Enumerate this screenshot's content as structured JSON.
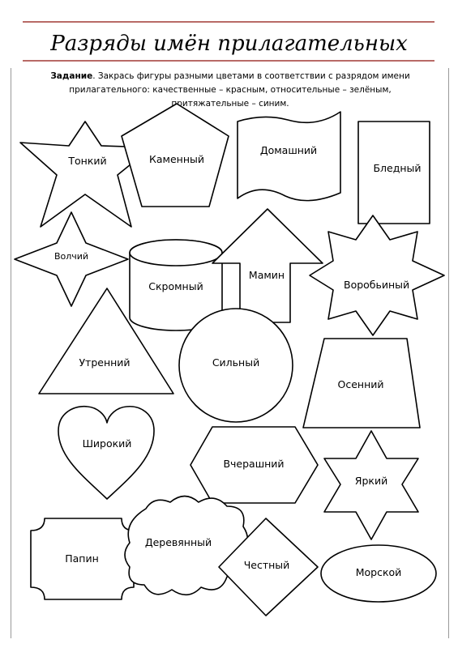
{
  "title": "Разряды имён прилагательных",
  "task": {
    "label": "Задание",
    "text": ". Закрась фигуры разными цветами в соответствии с разрядом имени прилагательного: качественные – красным, относительные – зелёным, притяжательные – синим."
  },
  "shapes": {
    "star5": "Тонкий",
    "pentagon": "Каменный",
    "scroll": "Домашний",
    "rectangle": "Бледный",
    "star4": "Волчий",
    "cylinder": "Скромный",
    "arrow": "Мамин",
    "star8": "Воробьиный",
    "triangle": "Утренний",
    "circle": "Сильный",
    "trapezoid": "Осенний",
    "heart": "Широкий",
    "hexagon": "Вчерашний",
    "star6": "Яркий",
    "plaque": "Папин",
    "cloud": "Деревянный",
    "diamond": "Честный",
    "ellipse": "Морской"
  },
  "colors": {
    "rule": "#b86a66"
  }
}
